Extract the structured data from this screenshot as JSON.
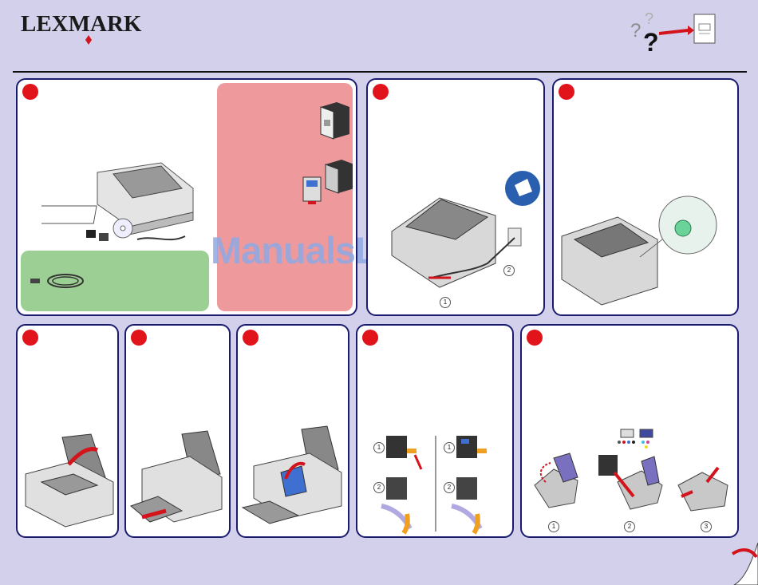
{
  "brand": {
    "logo_text": "LEXMARK"
  },
  "watermark": {
    "text": "ManualsLib.com"
  },
  "steps": [
    {
      "id": "unpack"
    },
    {
      "id": "connect-power"
    },
    {
      "id": "power-on"
    },
    {
      "id": "raise-paper-support"
    },
    {
      "id": "extend-paper-exit"
    },
    {
      "id": "open-cover"
    },
    {
      "id": "prepare-cartridges"
    },
    {
      "id": "install-cartridges"
    }
  ],
  "callouts": {
    "power": [
      "1",
      "2"
    ],
    "cartridge_prep": [
      "1",
      "2",
      "1",
      "2"
    ],
    "install": [
      "1",
      "2",
      "3"
    ]
  },
  "colors": {
    "background": "#d2d0ea",
    "panel_border": "#1a1a6e",
    "step_dot": "#e1141b",
    "pink_box": "#ee9a9d",
    "green_box": "#9ccf93"
  },
  "icons": [
    "help-question-icon",
    "manual-document-icon",
    "page-curl-icon"
  ]
}
